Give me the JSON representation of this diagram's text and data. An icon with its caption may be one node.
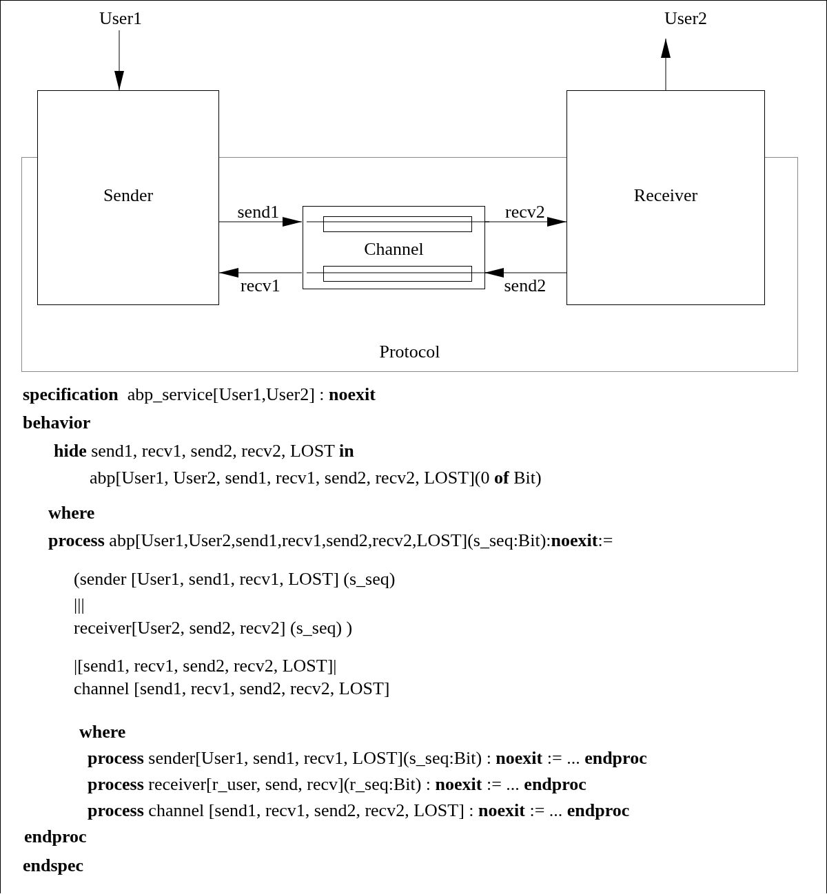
{
  "diagram": {
    "nodes": [
      {
        "text": [
          "Protocol"
        ]
      },
      {
        "text": [
          "Sender"
        ]
      },
      {
        "text": [
          "Channel"
        ],
        "in": 0
      },
      {
        "text": [
          "Receiver"
        ]
      },
      {
        "text": [],
        "shape": "box",
        "in": 2
      },
      {
        "text": [],
        "shape": "box",
        "in": 2
      },
      {
        "text": [
          "User1"
        ]
      },
      {
        "text": [
          "User2"
        ]
      }
    ],
    "edges": [
      {
        "from": 6,
        "to": 1,
        "arrow": "to"
      },
      {
        "from": 3,
        "to": 7,
        "arrow": "to"
      },
      {
        "from": 1,
        "to": 2,
        "arrow": "to",
        "label": "send1"
      },
      {
        "from": 2,
        "to": 3,
        "arrow": "to",
        "label": "recv2"
      },
      {
        "from": 2,
        "to": 1,
        "arrow": "to",
        "label": "recv1"
      },
      {
        "from": 3,
        "to": 2,
        "arrow": "to",
        "label": "send2"
      }
    ],
    "labels": [
      "**specification**  abp_service[User1,User2] : **noexit**",
      "behavior",
      "**hide** send1, recv1, send2, recv2, LOST **in**",
      "abp[User1, User2, send1, recv1, send2, recv2, LOST](0 **of** Bit)",
      "where",
      "**process** abp[User1,User2,send1,recv1,send2,recv2,LOST](s_seq:Bit):**noexit**:=",
      "(sender [User1, send1, recv1, LOST] (s_seq)",
      "|||",
      "receiver[User2, send2, recv2] (s_seq) )",
      "|[send1, recv1, send2, recv2, LOST]|",
      "channel [send1, recv1, send2, recv2, LOST]",
      "where",
      "**process** sender[User1, send1, recv1, LOST](s_seq:Bit) : **noexit** := ... **endproc**",
      "**process** receiver[r_user, send, recv](r_seq:Bit) : **noexit** := ... **endproc**",
      "**process** channel [send1, recv1, send2, recv2, LOST] : **noexit** := ... **endproc**",
      "endproc",
      "endspec"
    ]
  }
}
